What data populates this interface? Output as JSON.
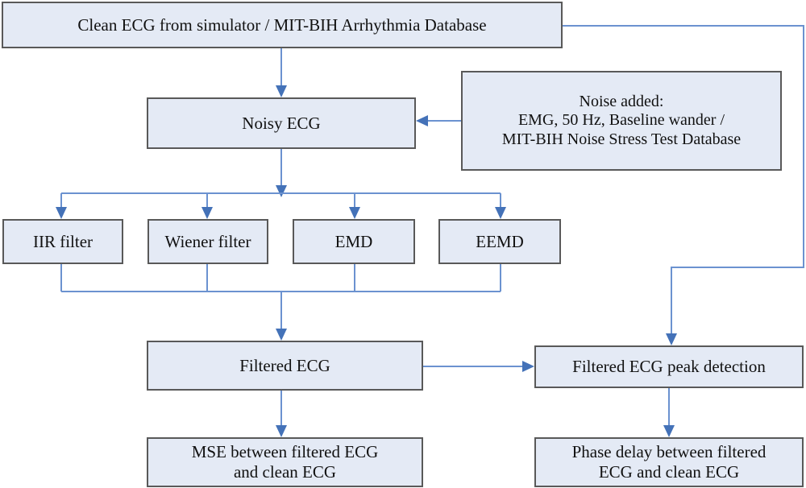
{
  "diagram": {
    "title": "ECG denoising and evaluation flowchart",
    "type": "flowchart",
    "colors": {
      "node_fill": "#e4eaf5",
      "node_border": "#595959",
      "connector": "#6b92d0",
      "arrow_head": "#4472b8",
      "background": "#ffffff",
      "text": "#111111"
    },
    "nodes": [
      {
        "id": "clean-ecg",
        "lines": [
          "Clean ECG from simulator / MIT-BIH Arrhythmia Database"
        ],
        "font_size": 21
      },
      {
        "id": "noisy-ecg",
        "lines": [
          "Noisy ECG"
        ],
        "font_size": 21
      },
      {
        "id": "noise-added",
        "lines": [
          "Noise added:",
          "EMG, 50 Hz, Baseline wander /",
          "MIT-BIH Noise Stress Test Database"
        ],
        "font_size": 20
      },
      {
        "id": "iir-filter",
        "lines": [
          "IIR filter"
        ],
        "font_size": 21
      },
      {
        "id": "wiener-filter",
        "lines": [
          "Wiener filter"
        ],
        "font_size": 21
      },
      {
        "id": "emd",
        "lines": [
          "EMD"
        ],
        "font_size": 21
      },
      {
        "id": "eemd",
        "lines": [
          "EEMD"
        ],
        "font_size": 21
      },
      {
        "id": "filtered-ecg",
        "lines": [
          "Filtered ECG"
        ],
        "font_size": 21
      },
      {
        "id": "filtered-ecg-peak-detection",
        "lines": [
          "Filtered ECG peak detection"
        ],
        "font_size": 21
      },
      {
        "id": "mse-result",
        "lines": [
          "MSE between filtered ECG",
          "and clean ECG"
        ],
        "font_size": 21
      },
      {
        "id": "phase-delay-result",
        "lines": [
          "Phase delay between filtered",
          "ECG and clean ECG"
        ],
        "font_size": 21
      }
    ],
    "edges": [
      {
        "from": "clean-ecg",
        "to": "noisy-ecg"
      },
      {
        "from": "clean-ecg",
        "to": "filtered-ecg-peak-detection"
      },
      {
        "from": "noise-added",
        "to": "noisy-ecg"
      },
      {
        "from": "noisy-ecg",
        "to": "iir-filter"
      },
      {
        "from": "noisy-ecg",
        "to": "wiener-filter"
      },
      {
        "from": "noisy-ecg",
        "to": "emd"
      },
      {
        "from": "noisy-ecg",
        "to": "eemd"
      },
      {
        "from": "iir-filter",
        "to": "filtered-ecg"
      },
      {
        "from": "wiener-filter",
        "to": "filtered-ecg"
      },
      {
        "from": "emd",
        "to": "filtered-ecg"
      },
      {
        "from": "eemd",
        "to": "filtered-ecg"
      },
      {
        "from": "filtered-ecg",
        "to": "mse-result"
      },
      {
        "from": "filtered-ecg",
        "to": "filtered-ecg-peak-detection"
      },
      {
        "from": "filtered-ecg-peak-detection",
        "to": "phase-delay-result"
      }
    ]
  }
}
